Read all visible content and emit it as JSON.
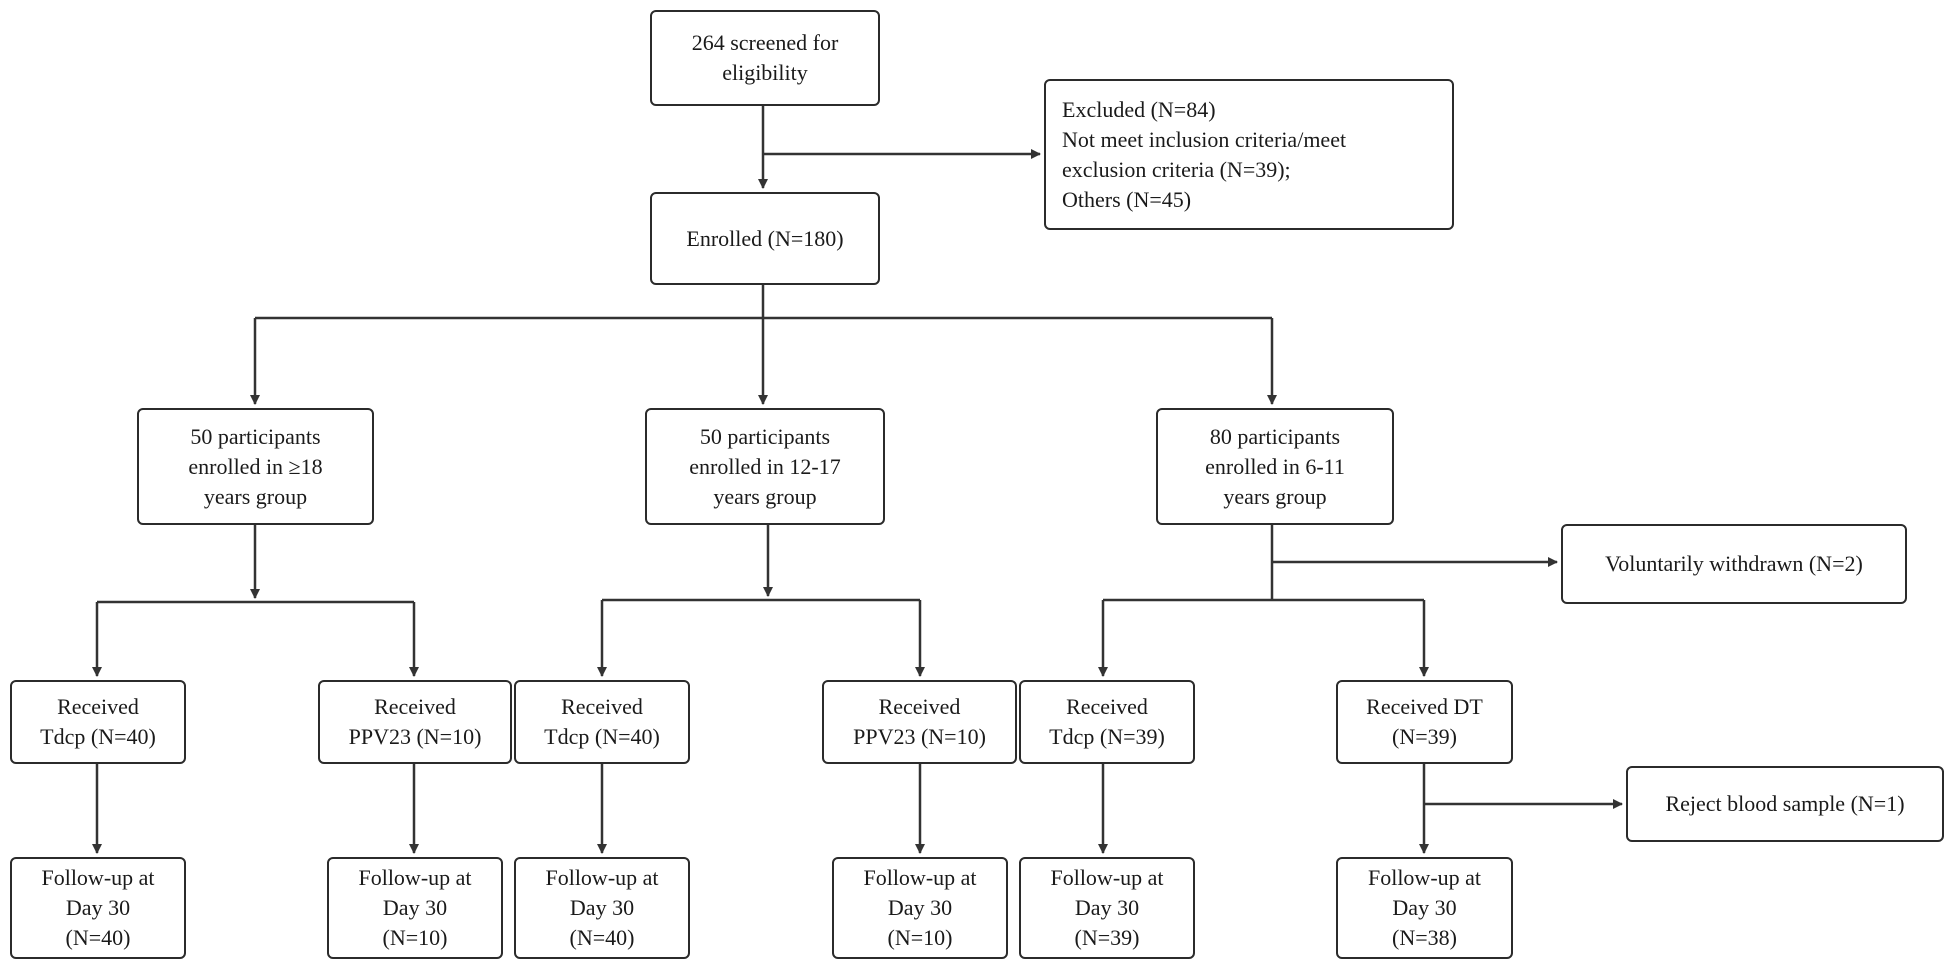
{
  "colors": {
    "line": "#333333",
    "border": "#2b2b2b",
    "text": "#1a1a1a"
  },
  "boxes": {
    "screened": "264 screened for\neligibility",
    "excluded": "Excluded (N=84)\n    Not meet inclusion criteria/meet\nexclusion criteria (N=39);\n    Others (N=45)",
    "enrolled": "Enrolled (N=180)",
    "group_adult": "50 participants\nenrolled in ≥18\nyears group",
    "group_teen": "50 participants\nenrolled in 12-17\nyears group",
    "group_child": "80 participants\nenrolled in 6-11\nyears group",
    "withdrawn": "Voluntarily withdrawn (N=2)",
    "adult_tdcp": "Received\nTdcp (N=40)",
    "adult_ppv": "Received\nPPV23 (N=10)",
    "teen_tdcp": "Received\nTdcp (N=40)",
    "teen_ppv": "Received\nPPV23 (N=10)",
    "child_tdcp": "Received\nTdcp (N=39)",
    "child_dt": "Received DT\n(N=39)",
    "reject": "Reject blood sample (N=1)",
    "fu_adult_tdcp": "Follow-up at\nDay 30\n(N=40)",
    "fu_adult_ppv": "Follow-up at\nDay 30\n(N=10)",
    "fu_teen_tdcp": "Follow-up at\nDay 30\n(N=40)",
    "fu_teen_ppv": "Follow-up at\nDay 30\n(N=10)",
    "fu_child_tdcp": "Follow-up at\nDay 30\n(N=39)",
    "fu_child_dt": "Follow-up at\nDay 30\n(N=38)"
  }
}
